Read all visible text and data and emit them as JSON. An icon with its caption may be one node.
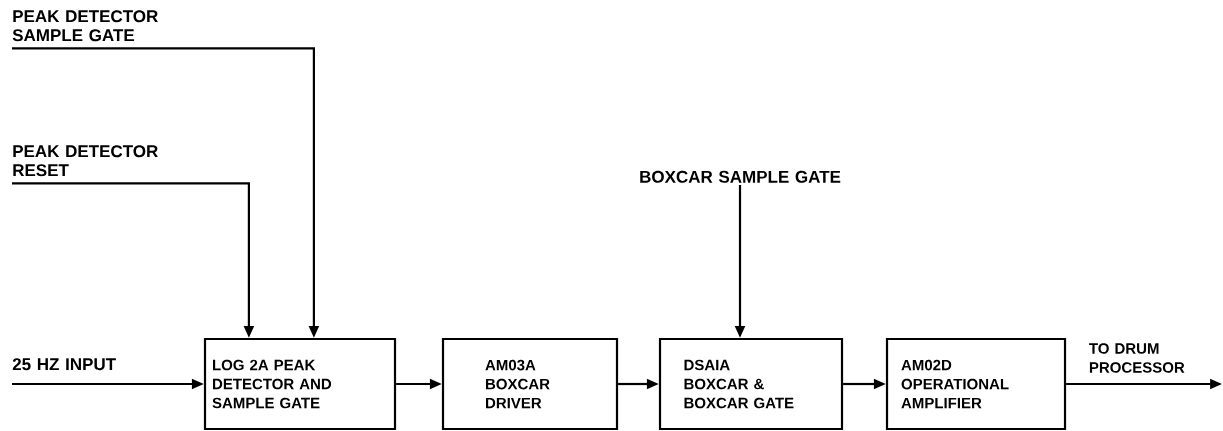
{
  "diagram": {
    "nodes": [
      {
        "text": [
          "PEAK DETECTOR SAMPLE GATE"
        ]
      },
      {
        "text": [
          "PEAK DETECTOR RESET"
        ]
      },
      {
        "text": [
          "BOXCAR SAMPLE GATE"
        ]
      },
      {
        "text": [
          "25 HZ INPUT"
        ]
      },
      {
        "text": [
          "LOG 2A PEAK DETECTOR AND SAMPLE GATE"
        ]
      },
      {
        "text": [
          "AM03A",
          "BOXCAR DRIVER"
        ]
      },
      {
        "text": [
          "DSAIA",
          "BOXCAR & BOXCAR GATE"
        ]
      },
      {
        "text": [
          "AM02D",
          "OPERATIONAL AMPLIFIER"
        ]
      }
    ],
    "edges": [
      {
        "from": 0,
        "to": 4,
        "arrow": "to"
      },
      {
        "from": 1,
        "to": 4,
        "arrow": "to"
      },
      {
        "from": 2,
        "to": 6,
        "arrow": "to"
      },
      {
        "from": 3,
        "to": 4,
        "arrow": "to"
      },
      {
        "from": 4,
        "to": 5,
        "arrow": "to"
      },
      {
        "from": 5,
        "to": 6,
        "arrow": "to"
      },
      {
        "from": 6,
        "to": 7,
        "arrow": "to"
      },
      {
        "from": 7,
        "to": null,
        "arrow": "to",
        "label": "TO DRUM PROCESSOR"
      }
    ]
  }
}
